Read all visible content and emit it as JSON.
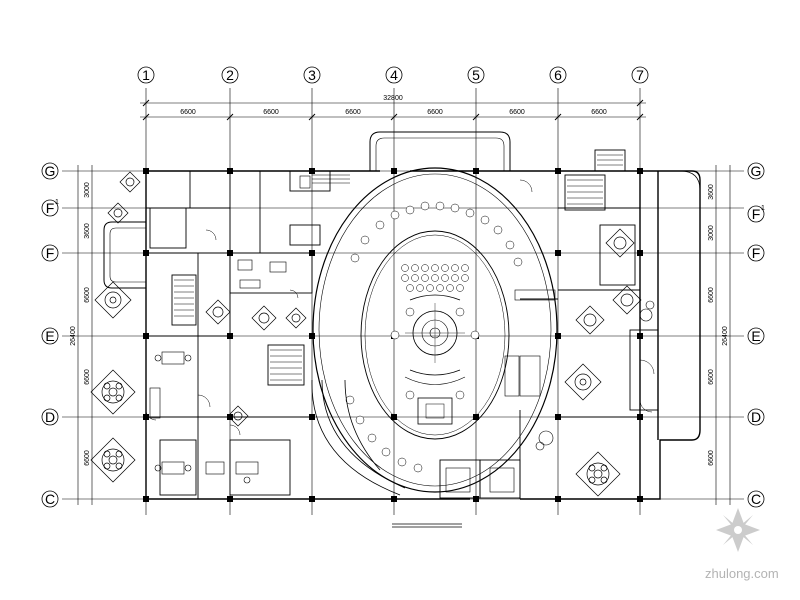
{
  "drawing": {
    "column_axes": [
      "1",
      "2",
      "3",
      "4",
      "5",
      "6",
      "7"
    ],
    "row_axes": [
      "G",
      "F",
      "F",
      "E",
      "D",
      "C"
    ],
    "row_axis_sub_left": "1",
    "row_axis_sub_right": "1",
    "top_total": "32800",
    "top_dims": [
      "6600",
      "6600",
      "6600",
      "6600",
      "6600",
      "6600"
    ],
    "left_total": "26400",
    "left_dims": [
      "3000",
      "3600",
      "6600",
      "6600",
      "6600"
    ],
    "right_total": "26400",
    "right_dims": [
      "3600",
      "3000",
      "6600",
      "6600",
      "6600"
    ]
  },
  "watermark": {
    "site": "zhulong.com"
  },
  "colors": {
    "line": "#000000",
    "watermark": "#9a9a9a"
  }
}
